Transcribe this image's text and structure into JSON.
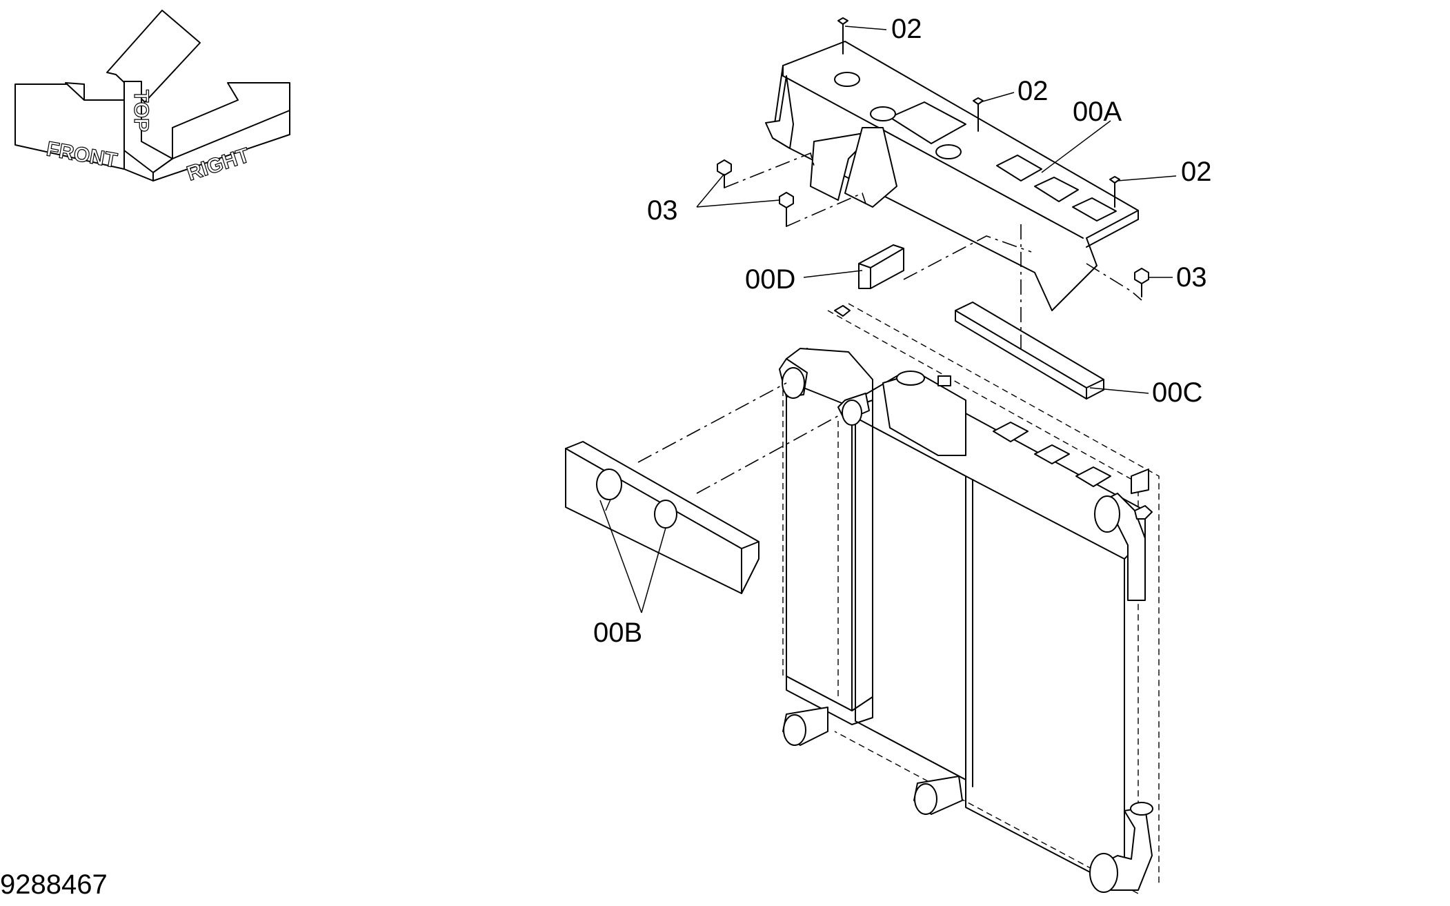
{
  "orientation": {
    "front": "FRONT",
    "top": "TOP",
    "right": "RIGHT"
  },
  "callouts": {
    "screw_a": "02",
    "screw_b": "02",
    "screw_c": "02",
    "bolt_a": "03",
    "bolt_b": "03",
    "cover": "00A",
    "seal_b": "00B",
    "seal_c": "00C",
    "seal_d": "00D"
  },
  "drawing_number": "9288467"
}
